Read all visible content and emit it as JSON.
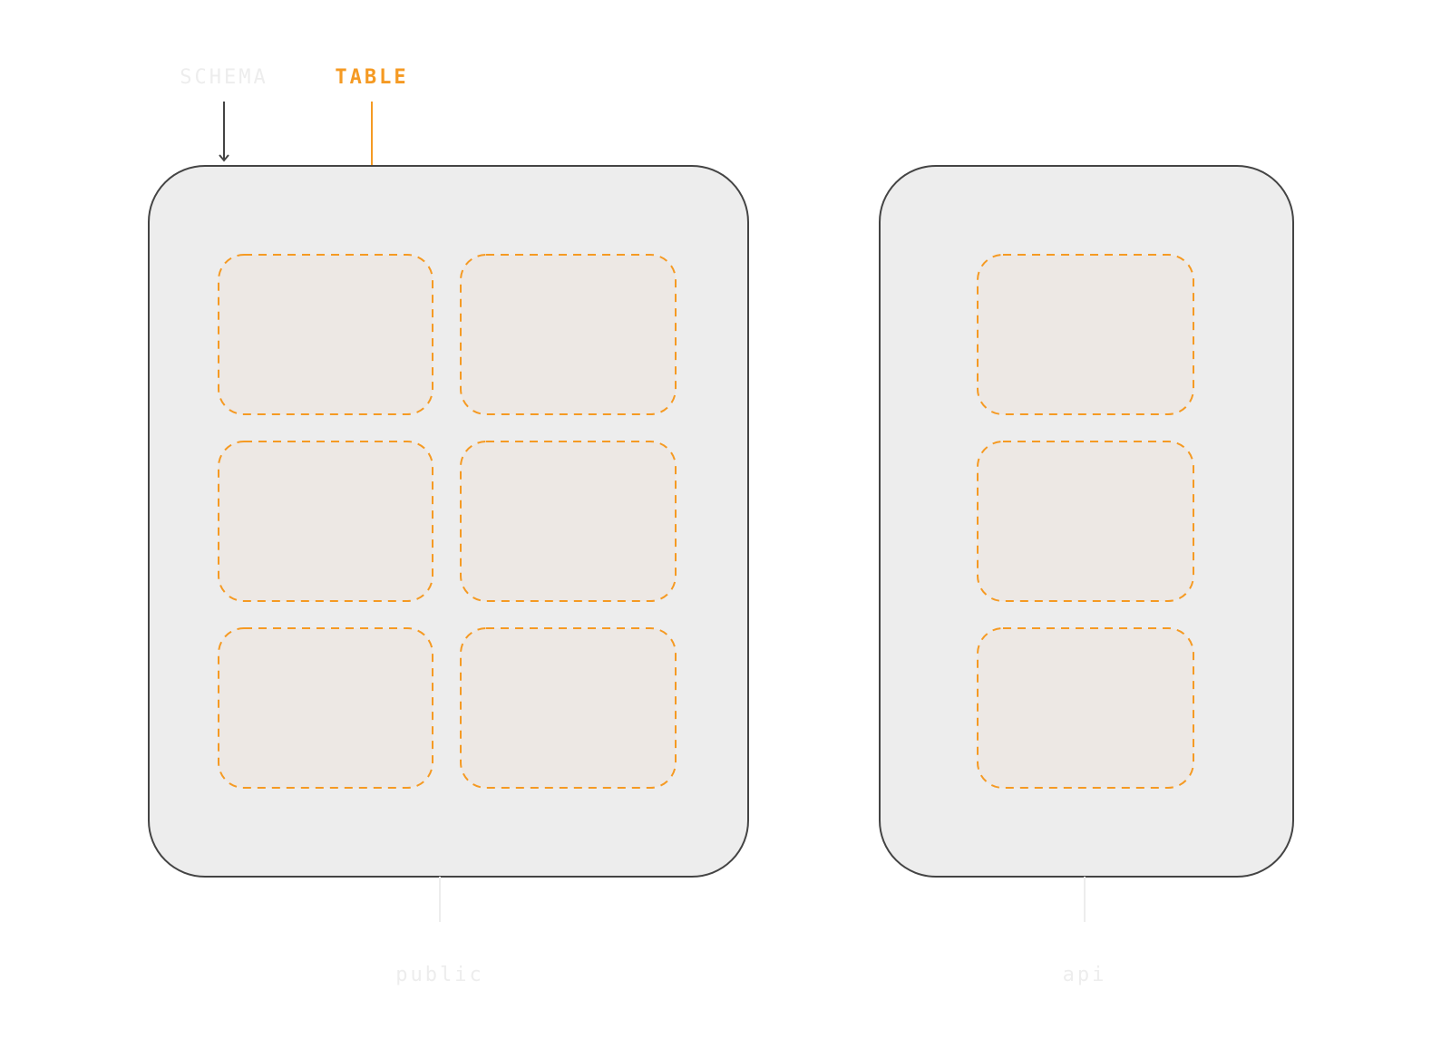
{
  "labels": {
    "schema": "SCHEMA",
    "table": "TABLE"
  },
  "schemas": [
    {
      "name": "public",
      "table_count": 6,
      "table_columns": 2
    },
    {
      "name": "api",
      "table_count": 3,
      "table_columns": 1
    }
  ],
  "colors": {
    "schema_fill": "#ededed",
    "schema_stroke": "#444444",
    "table_fill": "#ede8e4",
    "table_stroke": "#f59a23",
    "table_label": "#f59a23",
    "muted_label": "#ededed"
  }
}
